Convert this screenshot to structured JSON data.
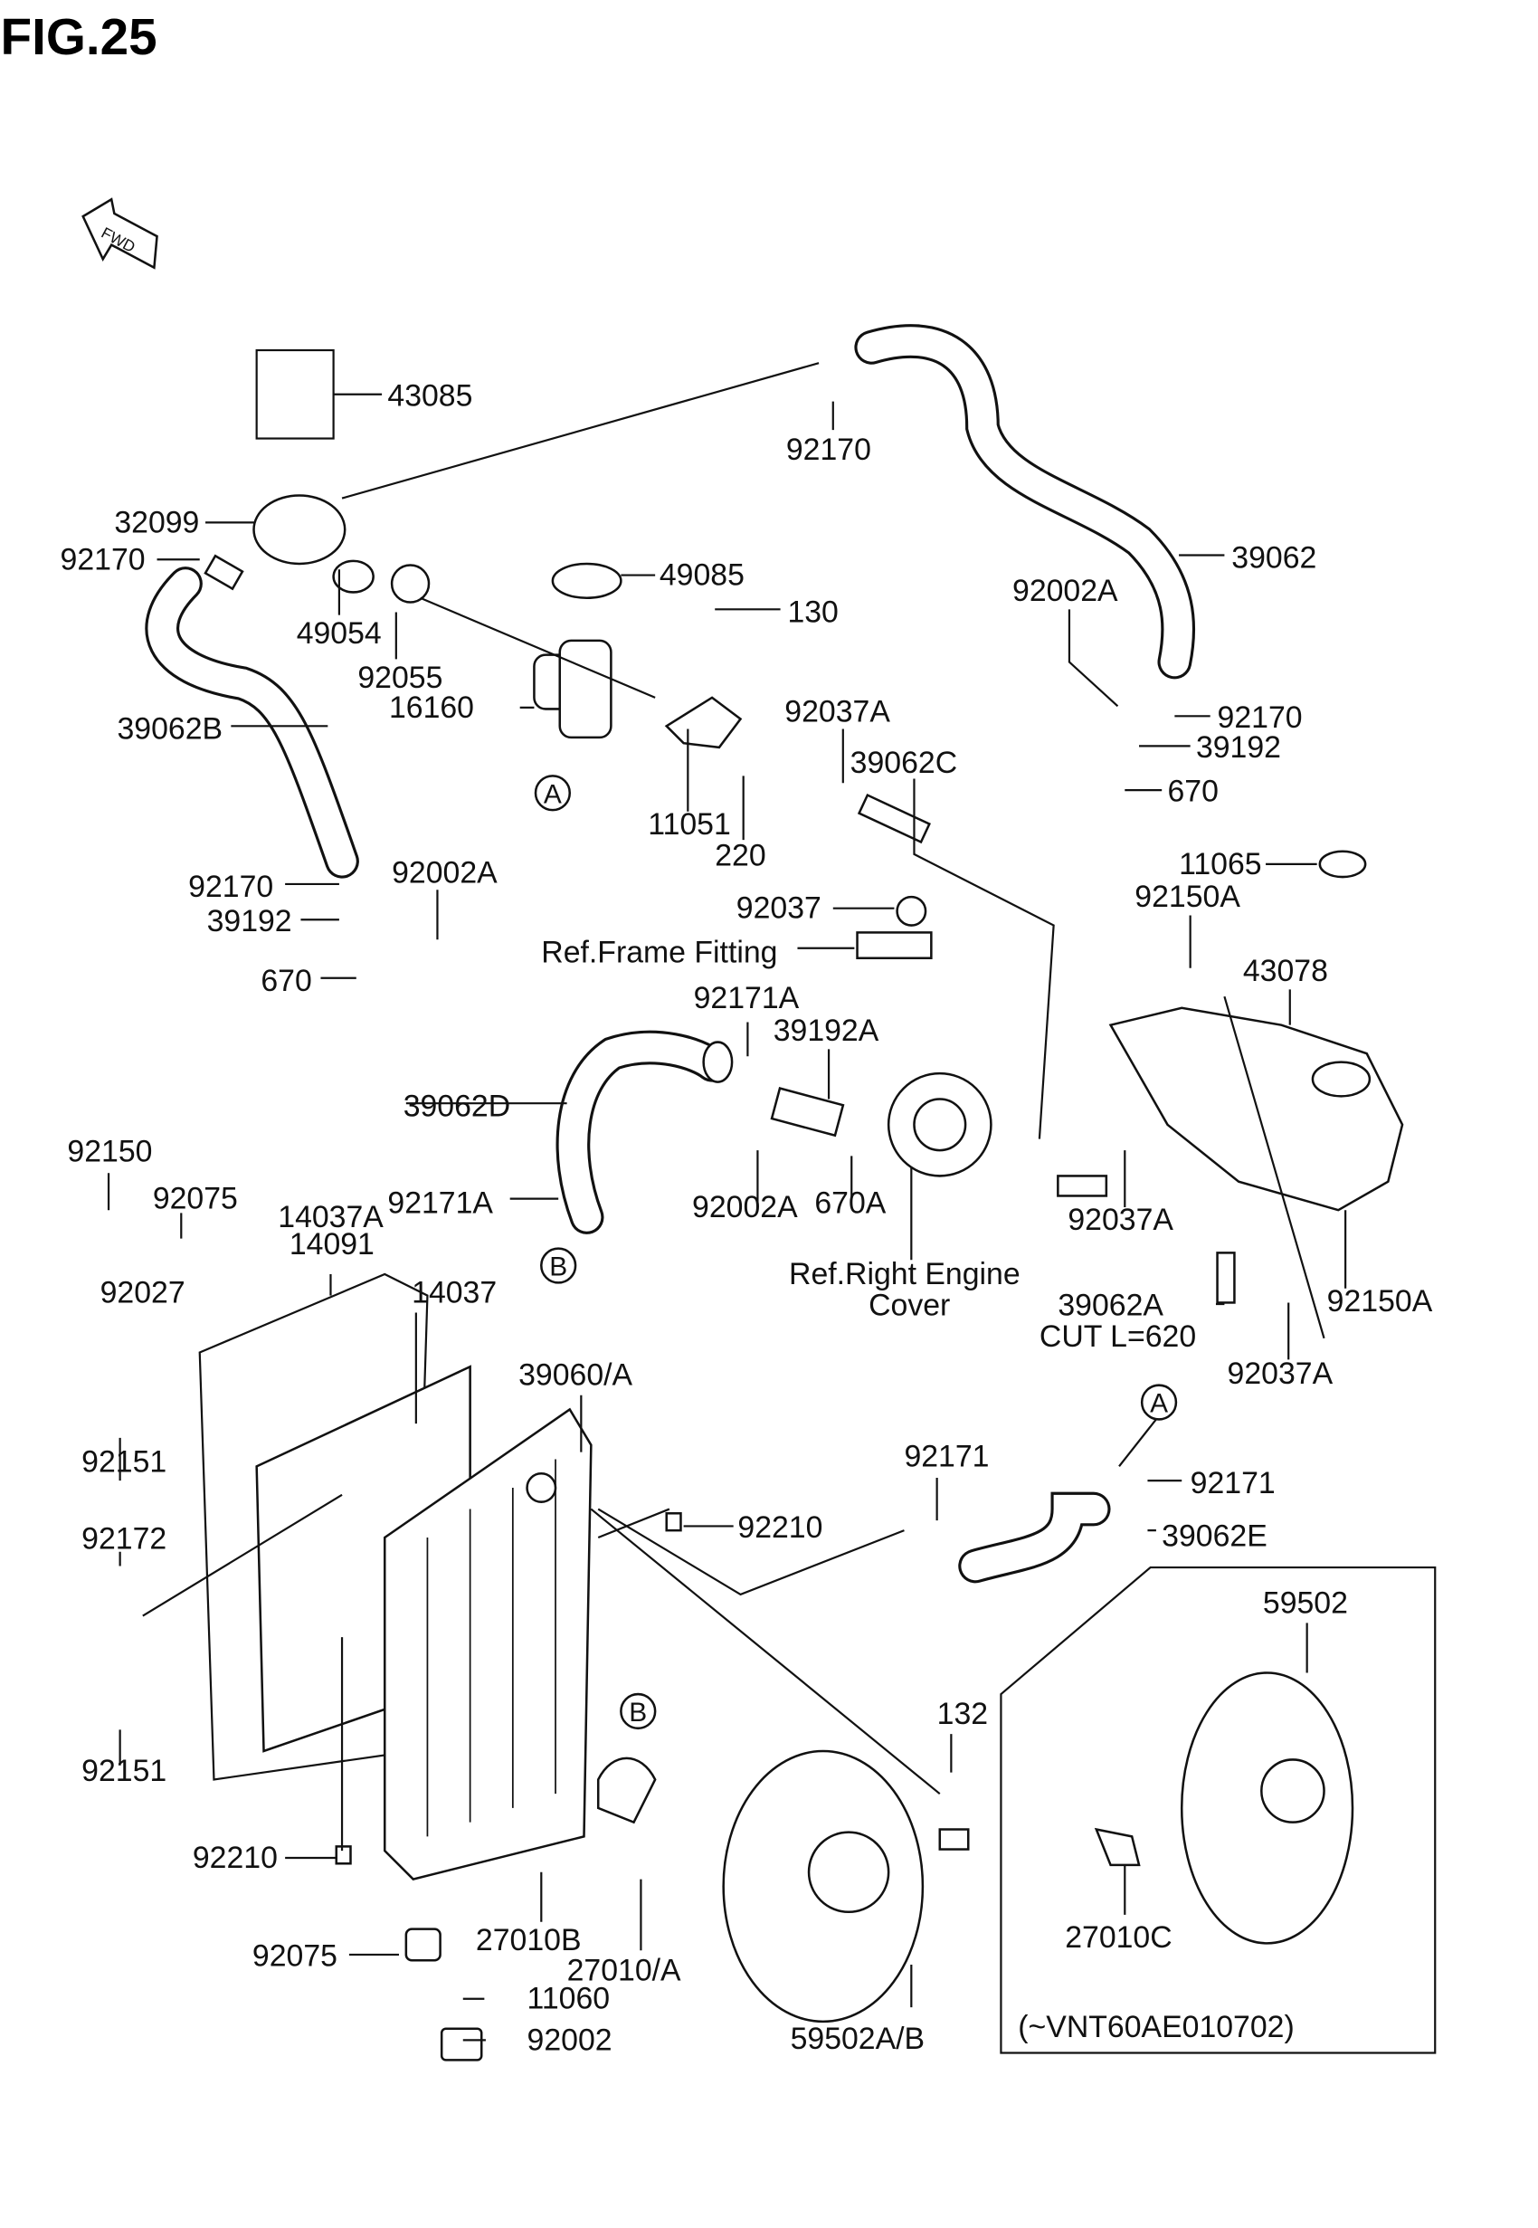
{
  "title": "FIG.25",
  "fwd_label": "FWD",
  "markers": {
    "a": "A",
    "b": "B"
  },
  "callouts": [
    "43085",
    "92170",
    "32099",
    "92170",
    "39062",
    "49085",
    "49054",
    "130",
    "92002A",
    "92055",
    "16160",
    "92037A",
    "92170",
    "39062B",
    "39192",
    "39062C",
    "670",
    "11051",
    "220",
    "11065",
    "92002A",
    "92170",
    "92150A",
    "92037",
    "39192",
    "Ref.Frame Fitting",
    "43078",
    "670",
    "92171A",
    "39192A",
    "39062D",
    "92150",
    "92075",
    "92171A",
    "92002A",
    "670A",
    "14037A",
    "92037A",
    "14091",
    "Ref.Right Engine",
    "Cover",
    "14037",
    "92027",
    "39062A",
    "92150A",
    "CUT L=620",
    "39060/A",
    "92037A",
    "92171",
    "92151",
    "92171",
    "92210",
    "92172",
    "39062E",
    "59502",
    "132",
    "92151",
    "92210",
    "27010B",
    "27010C",
    "92075",
    "27010/A",
    "11060",
    "59502A/B",
    "92002",
    "(~VNT60AE010702)"
  ]
}
